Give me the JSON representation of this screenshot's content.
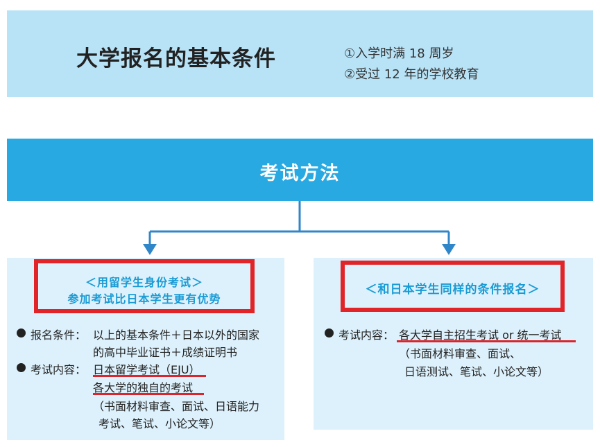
{
  "top": {
    "title": "大学报名的基本条件",
    "conditions": [
      "①入学时满 18 周岁",
      "②受过 12 年的学校教育"
    ]
  },
  "method": {
    "title": "考试方法"
  },
  "left_panel": {
    "tag_line_1": "＜用留学生身份考试＞",
    "tag_line_2": "参加考试比日本学生更有优势",
    "req_label": "报名条件：",
    "req_line_1": "以上的基本条件＋日本以外的国家",
    "req_line_2": "的高中毕业证书＋成绩证明书",
    "content_label": "考试内容：",
    "content_line_1": "日本留学考试（EJU）",
    "content_line_2": "各大学的独自的考试",
    "content_line_3": "（书面材料审查、面试、日语能力",
    "content_line_4": "考试、笔试、小论文等）"
  },
  "right_panel": {
    "tag_line": "＜和日本学生同样的条件报名＞",
    "content_label": "考试内容：",
    "content_line_1": "各大学自主招生考试 or 统一考试",
    "content_line_2": "（书面材料审查、面试、",
    "content_line_3": "日语测试、笔试、小论文等）"
  },
  "colors": {
    "light_blue": "#b8e3f7",
    "header_blue": "#29a9e2",
    "panel_blue": "#ddf1fc",
    "accent_red": "#e02428",
    "tag_text": "#1a9bd4",
    "connector": "#2f86c8"
  }
}
